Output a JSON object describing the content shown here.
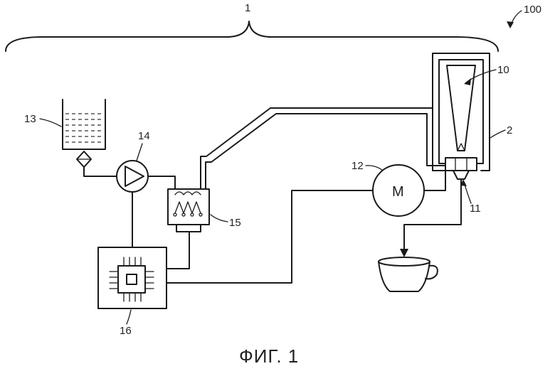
{
  "labels": {
    "system": "1",
    "assembly": "100",
    "housing": "2",
    "grinder_hopper": "10",
    "outlet": "11",
    "motor": "12",
    "motor_letter": "M",
    "tank": "13",
    "pump": "14",
    "heater": "15",
    "controller": "16"
  },
  "caption": "ФИГ. 1"
}
